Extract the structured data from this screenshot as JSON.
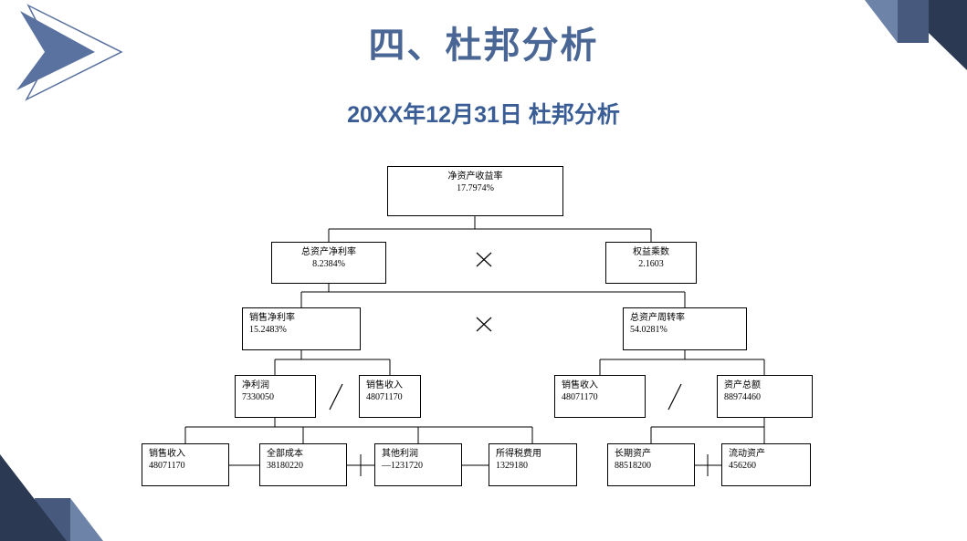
{
  "slide": {
    "title": "四、杜邦分析",
    "subtitle": "20XX年12月31日 杜邦分析"
  },
  "colors": {
    "title_blue": "#4a6695",
    "subtitle_blue": "#3a5d96",
    "dark_navy": "#2b3a52",
    "medium_blue": "#47597c",
    "light_blue": "#6d83a7",
    "arrow_blue": "#5a72a0",
    "box_border": "#000000",
    "box_fill": "#ffffff"
  },
  "diagram": {
    "nodes": [
      {
        "label": "净资产收益率",
        "value": "17.7974%"
      },
      {
        "label": "总资产净利率",
        "value": "8.2384%"
      },
      {
        "label": "权益乘数",
        "value": "2.1603"
      },
      {
        "label": "销售净利率",
        "value": "15.2483%"
      },
      {
        "label": "总资产周转率",
        "value": "54.0281%"
      },
      {
        "label": "净利润",
        "value": "7330050"
      },
      {
        "label": "销售收入",
        "value": "48071170"
      },
      {
        "label": "销售收入",
        "value": "48071170"
      },
      {
        "label": "资产总额",
        "value": "88974460"
      },
      {
        "label": "销售收入",
        "value": "48071170"
      },
      {
        "label": "全部成本",
        "value": "38180220"
      },
      {
        "label": "其他利润",
        "value": "—1231720"
      },
      {
        "label": "所得税费用",
        "value": "1329180"
      },
      {
        "label": "长期资产",
        "value": "88518200"
      },
      {
        "label": "流动资产",
        "value": "456260"
      }
    ],
    "operators": {
      "level2": "×",
      "level3": "×",
      "level4_left": "/",
      "level4_right": "/",
      "bottom_left_group": [
        "−",
        "+",
        "−"
      ],
      "bottom_right_group": [
        "+"
      ]
    }
  }
}
